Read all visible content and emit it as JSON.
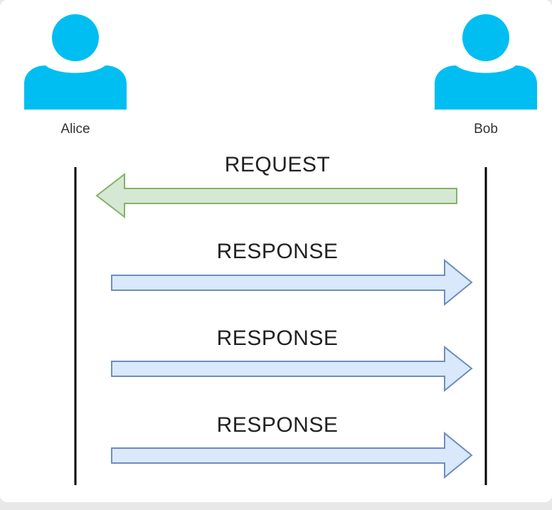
{
  "actors": [
    {
      "name": "Alice"
    },
    {
      "name": "Bob"
    }
  ],
  "messages": [
    {
      "label": "REQUEST",
      "direction": "to-left",
      "fill": "#d5e8d4",
      "stroke": "#82b366"
    },
    {
      "label": "RESPONSE",
      "direction": "to-right",
      "fill": "#dae8fc",
      "stroke": "#6c8ebf"
    },
    {
      "label": "RESPONSE",
      "direction": "to-right",
      "fill": "#dae8fc",
      "stroke": "#6c8ebf"
    },
    {
      "label": "RESPONSE",
      "direction": "to-right",
      "fill": "#dae8fc",
      "stroke": "#6c8ebf"
    }
  ],
  "colors": {
    "actor": "#00bef2",
    "lifeline": "#000000"
  },
  "icons": {
    "actor": "user-icon"
  }
}
